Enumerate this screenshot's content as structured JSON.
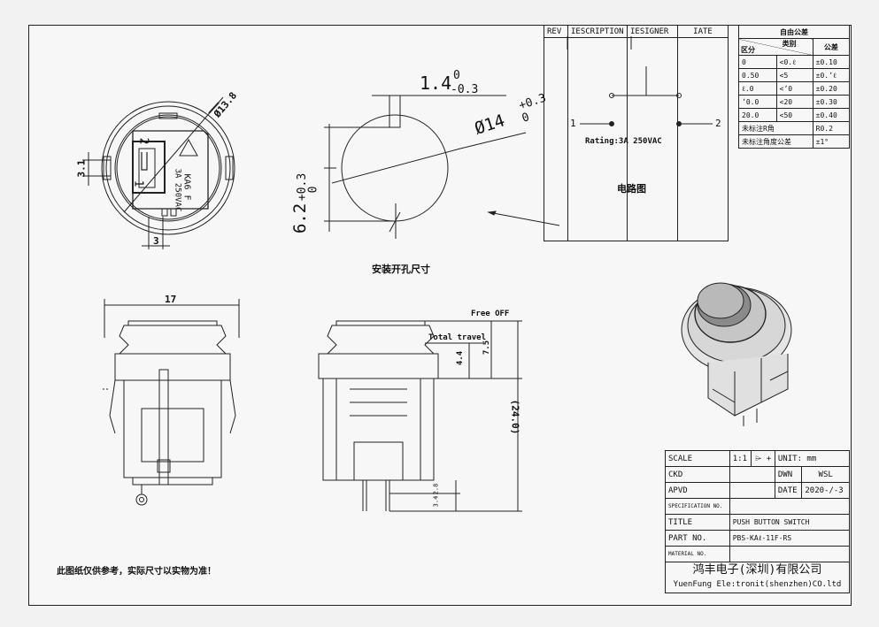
{
  "revision_header": {
    "rev": "REV",
    "description": "IESCRIPTION",
    "designer": "IESIGNER",
    "date": "IATE"
  },
  "tolerance_table": {
    "title": "自由公差",
    "col_category": "类别",
    "col_section": "区分",
    "col_tolerance": "公差",
    "rows": [
      {
        "a": "0",
        "b": "<0.ℓ",
        "c": "±0.10"
      },
      {
        "a": "0.50",
        "b": "<5",
        "c": "±0.ʼℓ"
      },
      {
        "a": "ℓ.0",
        "b": "<ʼ0",
        "c": "±0.20"
      },
      {
        "a": "ʼ0.0",
        "b": "<20",
        "c": "±0.30"
      },
      {
        "a": "20.0",
        "b": "<50",
        "c": "±0.40"
      }
    ],
    "r_label": "未标注R角",
    "r_value": "R0.2",
    "angle_label": "未标注角度公差",
    "angle_value": "±1°"
  },
  "circuit": {
    "terminal_1": "1",
    "terminal_2": "2",
    "rating": "Rating:3A 250VAC",
    "caption": "电路图"
  },
  "front_view": {
    "dim_diameter": "Ø13.8",
    "dim_height": "3.1",
    "dim_width": "3",
    "marking_terminal": "2",
    "marking_terminal_alt": "1",
    "marking_model": "KA6 F",
    "marking_rating": "3A 250VAC"
  },
  "panel_cutout": {
    "dim_key_width": "1.4",
    "dim_key_tol_upper": "0",
    "dim_key_tol_lower": "-0.3",
    "dim_diameter": "Ø14",
    "dim_diameter_tol_upper": "+0.3",
    "dim_diameter_tol_lower": "0",
    "dim_key_depth": "6.2",
    "dim_key_depth_tol_upper": "+0.3",
    "dim_key_depth_tol_lower": "0",
    "caption": "安装开孔尺寸"
  },
  "side_views": {
    "dim_width": "17",
    "label_free_off": "Free OFF",
    "label_total_travel": "Total travel",
    "dim_travel": "4.4",
    "dim_cap": "7.5",
    "dim_total": "(24.0)",
    "dim_pin_a": "2.8",
    "dim_pin_b": "3.4"
  },
  "title_block": {
    "scale_label": "SCALE",
    "scale_value": "1:1",
    "unit_label": "UNIT:",
    "unit_value": "mm",
    "ckd_label": "CKD",
    "dwn_label": "DWN",
    "dwn_value": "WSL",
    "apvd_label": "APVD",
    "date_label": "DATE",
    "date_value": "2020-/-3",
    "spec_label": "SPECIFICATION NO.",
    "title_label": "TITLE",
    "title_value": "PUSH BUTTON SWITCH",
    "part_label": "PART NO.",
    "part_value": "PBS-KAℓ-11F-RS",
    "material_label": "MATERIAL NO.",
    "company_cn": "鸿丰电子(深圳)有限公司",
    "company_en": "YuenFung Ele:tronit(shenzhen)CO.ltd"
  },
  "footnote": "此图纸仅供参考，实际尺寸以实物为准！"
}
